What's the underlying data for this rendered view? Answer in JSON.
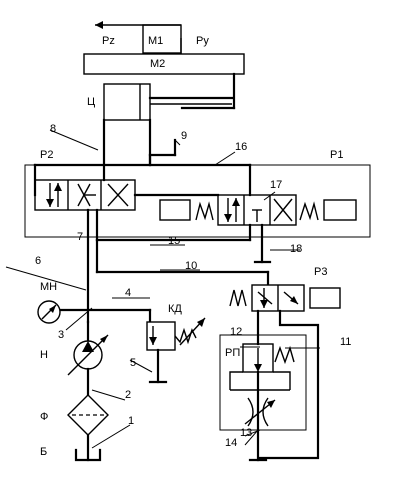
{
  "diagram": {
    "labels": {
      "pz": "Pz",
      "m1": "M1",
      "py": "Py",
      "m2": "M2",
      "c": "Ц",
      "p1": "P1",
      "p2": "P2",
      "p3": "P3",
      "mn": "MH",
      "n": "Н",
      "kd": "КД",
      "rp": "РП",
      "f": "Ф",
      "b": "Б"
    },
    "numbers": {
      "n1": "1",
      "n2": "2",
      "n3": "3",
      "n4": "4",
      "n5": "5",
      "n6": "6",
      "n7": "7",
      "n8": "8",
      "n9": "9",
      "n10": "10",
      "n11": "11",
      "n12": "12",
      "n13": "13",
      "n14": "14",
      "n15": "15",
      "n16": "16",
      "n17": "17",
      "n18": "18"
    }
  }
}
